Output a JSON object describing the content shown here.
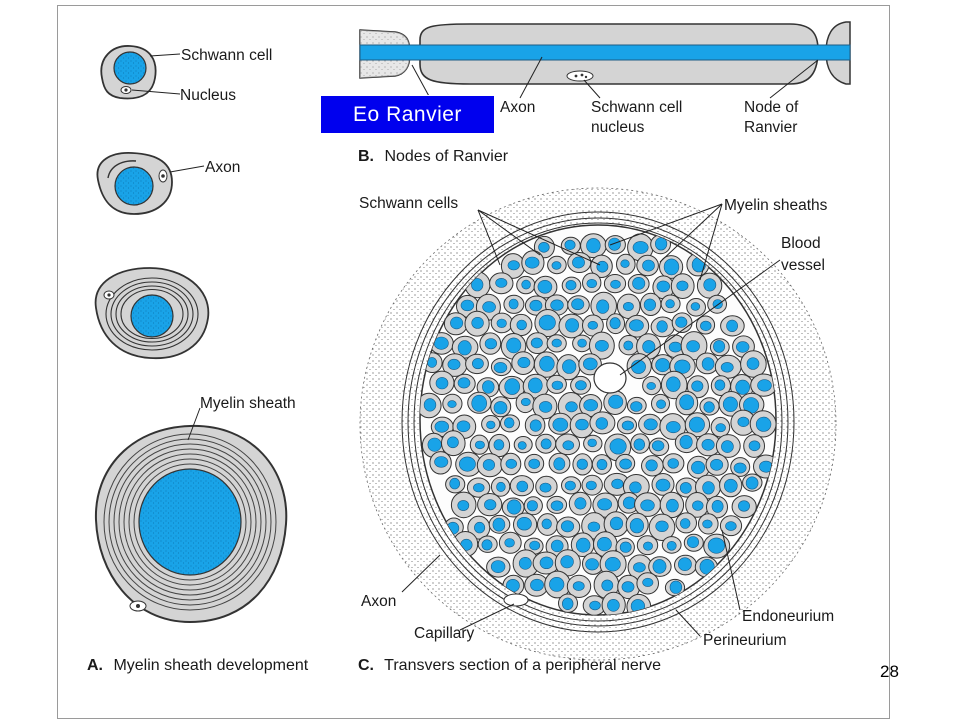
{
  "overlay": {
    "text": "Eo Ranvier",
    "bg_color": "#0000ee",
    "text_color": "#ffffff"
  },
  "slide_number": "28",
  "colors": {
    "axon_blue": "#19a3e8",
    "cell_gray": "#d4d4d4",
    "outline": "#333333"
  },
  "panel_a": {
    "label_schwann_cell": "Schwann cell",
    "label_nucleus": "Nucleus",
    "label_axon": "Axon",
    "label_myelin_sheath": "Myelin sheath",
    "caption_letter": "A.",
    "caption_text": "Myelin sheath development"
  },
  "panel_b": {
    "label_axon": "Axon",
    "label_schwann_nucleus_1": "Schwann cell",
    "label_schwann_nucleus_2": "nucleus",
    "label_node_1": "Node of",
    "label_node_2": "Ranvier",
    "caption_letter": "B.",
    "caption_text": "Nodes of Ranvier"
  },
  "panel_c": {
    "label_schwann_cells": "Schwann cells",
    "label_myelin_sheaths": "Myelin sheaths",
    "label_blood_1": "Blood",
    "label_blood_2": "vessel",
    "label_axon": "Axon",
    "label_capillary": "Capillary",
    "label_endoneurium": "Endoneurium",
    "label_perineurium": "Perineurium",
    "caption_letter": "C.",
    "caption_text": "Transvers section of a peripheral nerve"
  }
}
